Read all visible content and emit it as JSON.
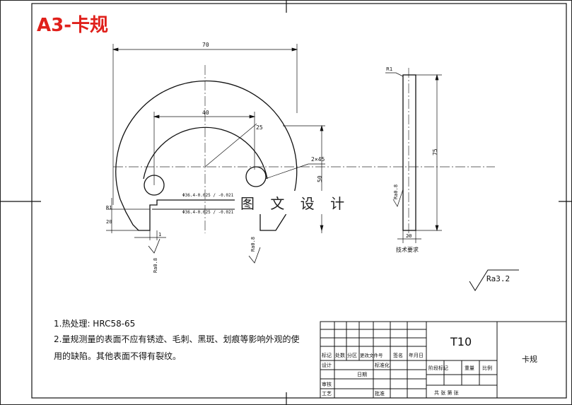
{
  "drawing": {
    "title_tag": "A3-卡规",
    "watermark": "图 文 设 计",
    "dims": {
      "d70": "70",
      "d40": "40",
      "d75": "75",
      "d50": "50",
      "d25": "25",
      "d20": "20",
      "d1": "1",
      "chamfer": "2×45",
      "r1": "R1",
      "tol1": "Φ36.4-0.025 / -0.021",
      "tol2": "Φ36.4-0.025 / -0.021",
      "ra08a": "Ra0.8",
      "ra08b": "Ra0.8",
      "ra08c": "Ra0.8",
      "ra32": "Ra3.2",
      "tech": "技术要求"
    },
    "notes": {
      "line1": "1.热处理: HRC58-65",
      "line2": "2.量规测量的表面不应有锈迹、毛刺、黑斑、划痕等影响外观的使",
      "line3": "用的缺陷。其他表面不得有裂纹。"
    },
    "title_block": {
      "material": "T10",
      "part_name": "卡规",
      "h_biaoji": "标记",
      "h_chushu": "处数",
      "h_fenqu": "分区",
      "h_gengai": "更改文件号",
      "h_qianming": "签名",
      "h_nianyueri": "年月日",
      "h_sheji": "设计",
      "h_biaozhunhua": "标准化",
      "h_riqi": "日期",
      "h_shenhe": "审核",
      "h_gongyi": "工艺",
      "h_pizhun": "批准",
      "h_jieduan": "阶段标记",
      "h_zhongliang": "重量",
      "h_bili": "比例",
      "h_sheet": "共  张 第  张"
    }
  }
}
